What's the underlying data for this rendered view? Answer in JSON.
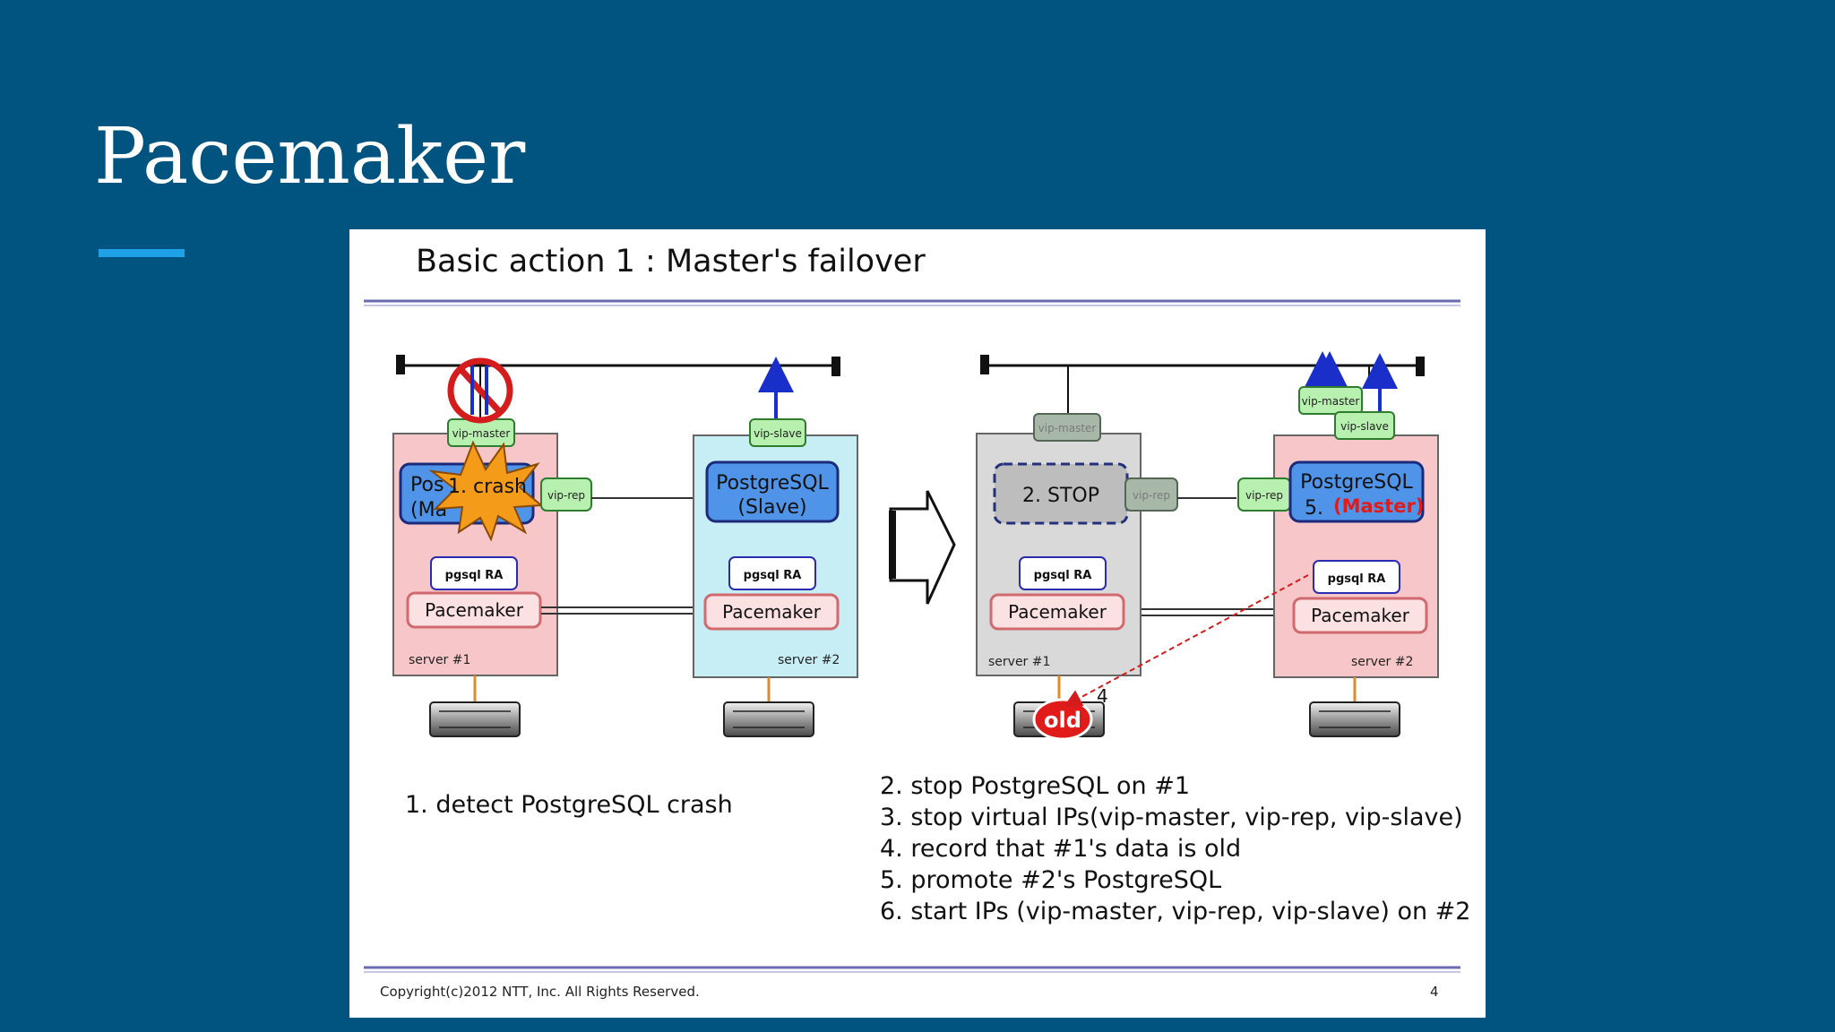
{
  "slide_title": "Pacemaker",
  "colors": {
    "background": "#015480",
    "accent": "#1ea1e6",
    "server_active": "#f7c6c8",
    "server_standby": "#c8eef5",
    "server_stopped": "#d9d9d9",
    "postgres_box": "#4f94e8",
    "vip_box": "#b8f0b0",
    "master_red": "#e11a1a"
  },
  "inner_slide": {
    "heading": "Basic action 1 : Master's failover",
    "left_diagram": {
      "server1": {
        "label": "server #1",
        "vip": "vip-master",
        "postgres_line1": "Pos",
        "postgres_line2": "(Ma",
        "crash_label": "1. crash",
        "ra": "pgsql RA",
        "pacemaker": "Pacemaker"
      },
      "vip_rep": "vip-rep",
      "server2": {
        "label": "server #2",
        "vip": "vip-slave",
        "postgres_line1": "PostgreSQL",
        "postgres_line2": "(Slave)",
        "ra": "pgsql RA",
        "pacemaker": "Pacemaker"
      }
    },
    "right_diagram": {
      "server1": {
        "label": "server #1",
        "vip": "vip-master",
        "stop_label": "2. STOP",
        "vip_rep": "vip-rep",
        "ra": "pgsql RA",
        "pacemaker": "Pacemaker",
        "disk_label": "old",
        "step_marker": "4"
      },
      "server2": {
        "label": "server #2",
        "vip_master": "vip-master",
        "vip_slave": "vip-slave",
        "vip_rep": "vip-rep",
        "postgres_line1": "PostgreSQL",
        "postgres_step": "5.",
        "postgres_role": "(Master)",
        "ra": "pgsql RA",
        "pacemaker": "Pacemaker"
      }
    },
    "step1": "1. detect PostgreSQL crash",
    "steps": [
      "2. stop PostgreSQL on #1",
      "3. stop virtual IPs(vip-master, vip-rep, vip-slave)",
      "4. record that #1's data is old",
      "5. promote #2's PostgreSQL",
      "6. start IPs (vip-master, vip-rep, vip-slave) on #2"
    ],
    "copyright": "Copyright(c)2012 NTT, Inc. All Rights Reserved.",
    "page_number": "4"
  }
}
